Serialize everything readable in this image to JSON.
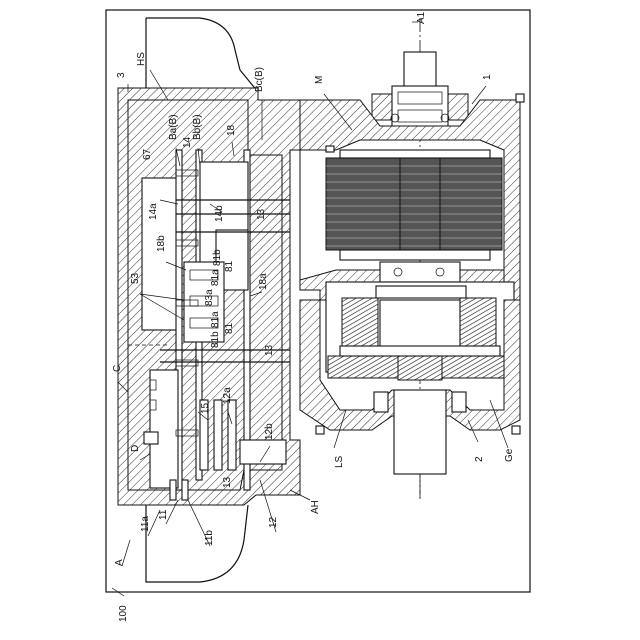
{
  "figure": {
    "rotation_deg": -90,
    "labels": {
      "ref_100": "100",
      "axis_A1": "A1",
      "motor_M": "M",
      "ref_1": "1",
      "ref_2": "2",
      "gear_Ge": "Ge",
      "LS": "LS",
      "AH": "AH",
      "HS": "HS",
      "ref_3": "3",
      "Bc": "Bc(B)",
      "Ba": "Ba(B)",
      "Bb": "Bb(B)",
      "ref_14": "14",
      "ref_18": "18",
      "ref_67": "67",
      "ref_14a": "14a",
      "ref_14b": "14b",
      "ref_13a": "13",
      "ref_13b": "13",
      "ref_13c": "13",
      "ref_18b": "18b",
      "ref_18a": "18a",
      "ref_53": "53",
      "ref_81a": "81",
      "ref_81b": "81",
      "ref_81b_u": "81b",
      "ref_81a_u": "81a",
      "ref_83a": "83a",
      "ref_81a_l": "81a",
      "ref_81b_l": "81b",
      "ref_C": "C",
      "ref_15": "15",
      "ref_12a": "12a",
      "ref_12b": "12b",
      "ref_D": "D",
      "ref_11a": "11a",
      "ref_11": "11",
      "ref_11b": "11b",
      "ref_12": "12",
      "ref_A": "A"
    }
  }
}
